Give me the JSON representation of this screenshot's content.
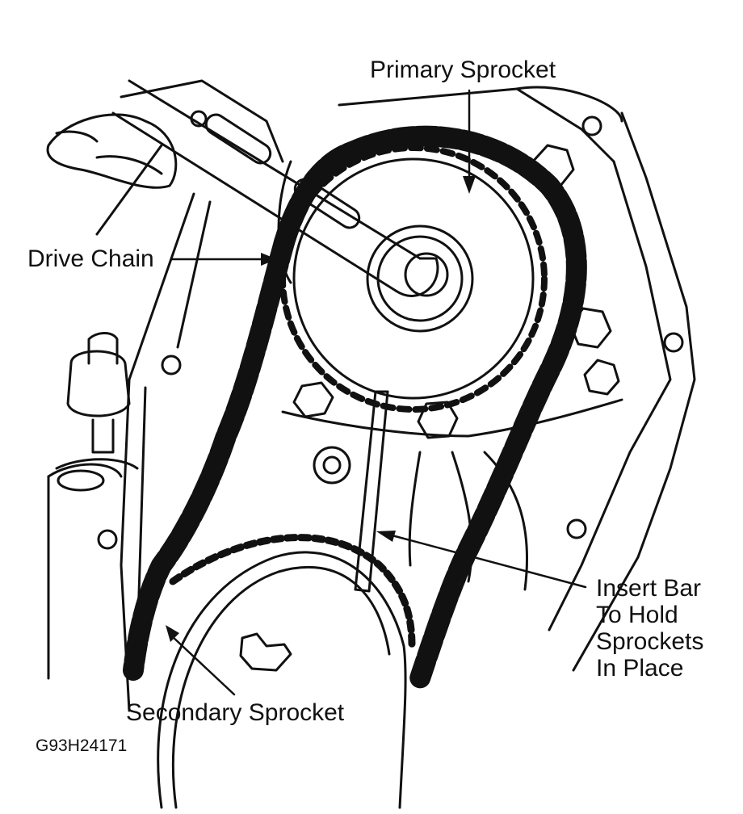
{
  "labels": {
    "primary_sprocket": "Primary Sprocket",
    "drive_chain": "Drive Chain",
    "secondary_sprocket": "Secondary Sprocket",
    "insert_bar": [
      "Insert Bar",
      "To Hold",
      "Sprockets",
      "In Place"
    ]
  },
  "figure_id": "G93H24171",
  "colors": {
    "ink": "#111111",
    "paper": "#ffffff"
  }
}
